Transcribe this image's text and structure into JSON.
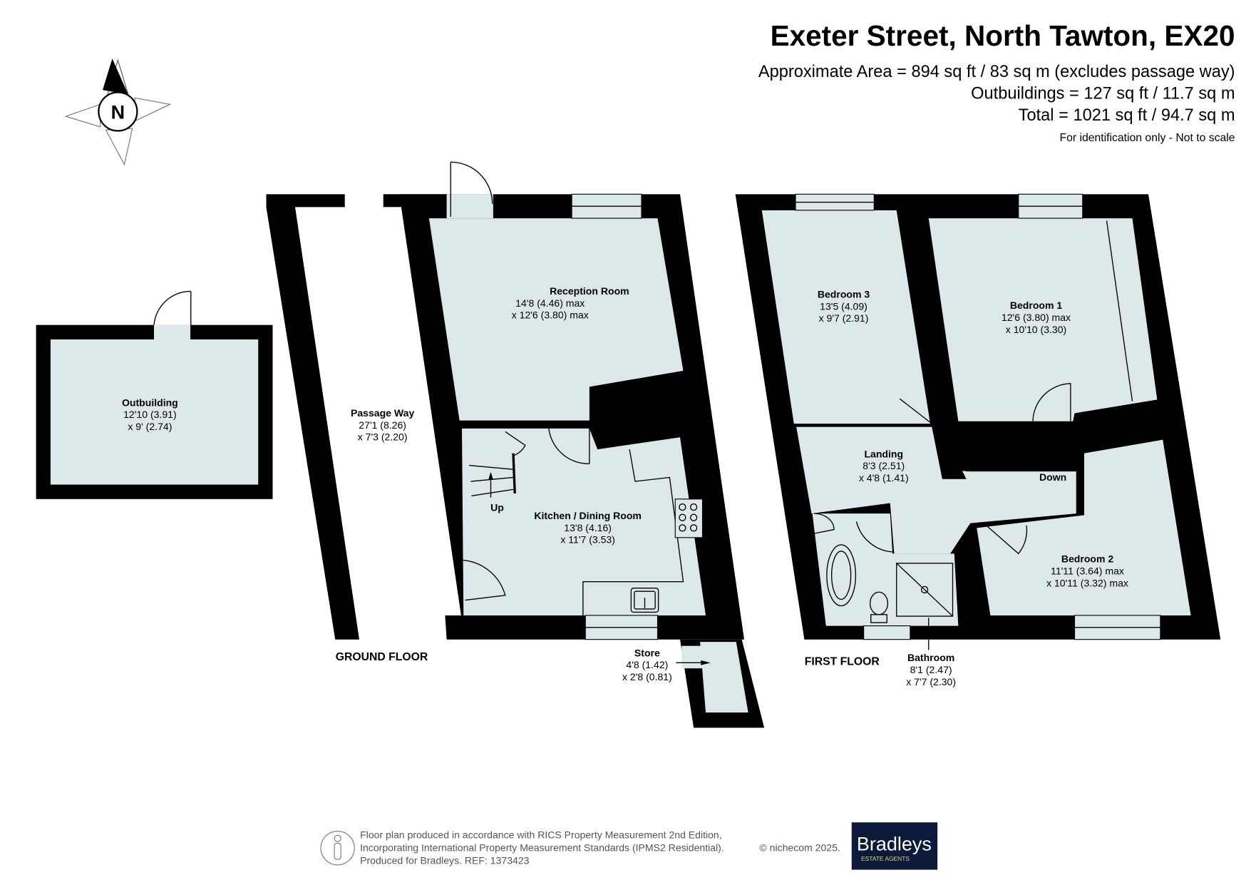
{
  "header": {
    "title": "Exeter Street, North Tawton, EX20",
    "approx_area": "Approximate Area = 894 sq ft / 83 sq m (excludes passage way)",
    "outbuildings": "Outbuildings = 127 sq ft / 11.7 sq m",
    "total": "Total = 1021 sq ft / 94.7 sq m",
    "disclaimer": "For identification only - Not to scale"
  },
  "compass": {
    "label": "N",
    "icon": "compass-icon"
  },
  "ground_floor": {
    "label": "GROUND FLOOR",
    "rooms": {
      "outbuilding": {
        "name": "Outbuilding",
        "dim1": "12'10 (3.91)",
        "dim2": "x 9' (2.74)"
      },
      "passage": {
        "name": "Passage Way",
        "dim1": "27'1 (8.26)",
        "dim2": "x 7'3 (2.20)"
      },
      "reception": {
        "name": "Reception Room",
        "dim1": "14'8 (4.46) max",
        "dim2": "x 12'6 (3.80) max"
      },
      "kitchen": {
        "name": "Kitchen / Dining Room",
        "dim1": "13'8 (4.16)",
        "dim2": "x 11'7 (3.53)"
      },
      "store": {
        "name": "Store",
        "dim1": "4'8 (1.42)",
        "dim2": "x 2'8 (0.81)"
      }
    },
    "stairs_label": "Up"
  },
  "first_floor": {
    "label": "FIRST FLOOR",
    "rooms": {
      "bedroom3": {
        "name": "Bedroom 3",
        "dim1": "13'5 (4.09)",
        "dim2": "x 9'7 (2.91)"
      },
      "bedroom1": {
        "name": "Bedroom 1",
        "dim1": "12'6 (3.80) max",
        "dim2": "x 10'10 (3.30)"
      },
      "landing": {
        "name": "Landing",
        "dim1": "8'3 (2.51)",
        "dim2": "x 4'8 (1.41)"
      },
      "bedroom2": {
        "name": "Bedroom 2",
        "dim1": "11'11 (3.64) max",
        "dim2": "x 10'11 (3.32) max"
      },
      "bathroom": {
        "name": "Bathroom",
        "dim1": "8'1 (2.47)",
        "dim2": "x 7'7 (2.30)"
      }
    },
    "stairs_label": "Down"
  },
  "footer": {
    "line1": "Floor plan produced in accordance with RICS Property Measurement 2nd Edition,",
    "line2": "Incorporating International Property Measurement Standards (IPMS2 Residential).",
    "line3": "Produced for Bradleys.   REF: 1373423",
    "copyright": "© nichecom 2025.",
    "logo_name": "Bradleys",
    "logo_sub": "ESTATE AGENTS",
    "logo_bg": "#0b1a3a",
    "logo_sub_color": "#d8d86a"
  },
  "colors": {
    "room_fill": "#dde8ea",
    "wall": "#000000"
  }
}
